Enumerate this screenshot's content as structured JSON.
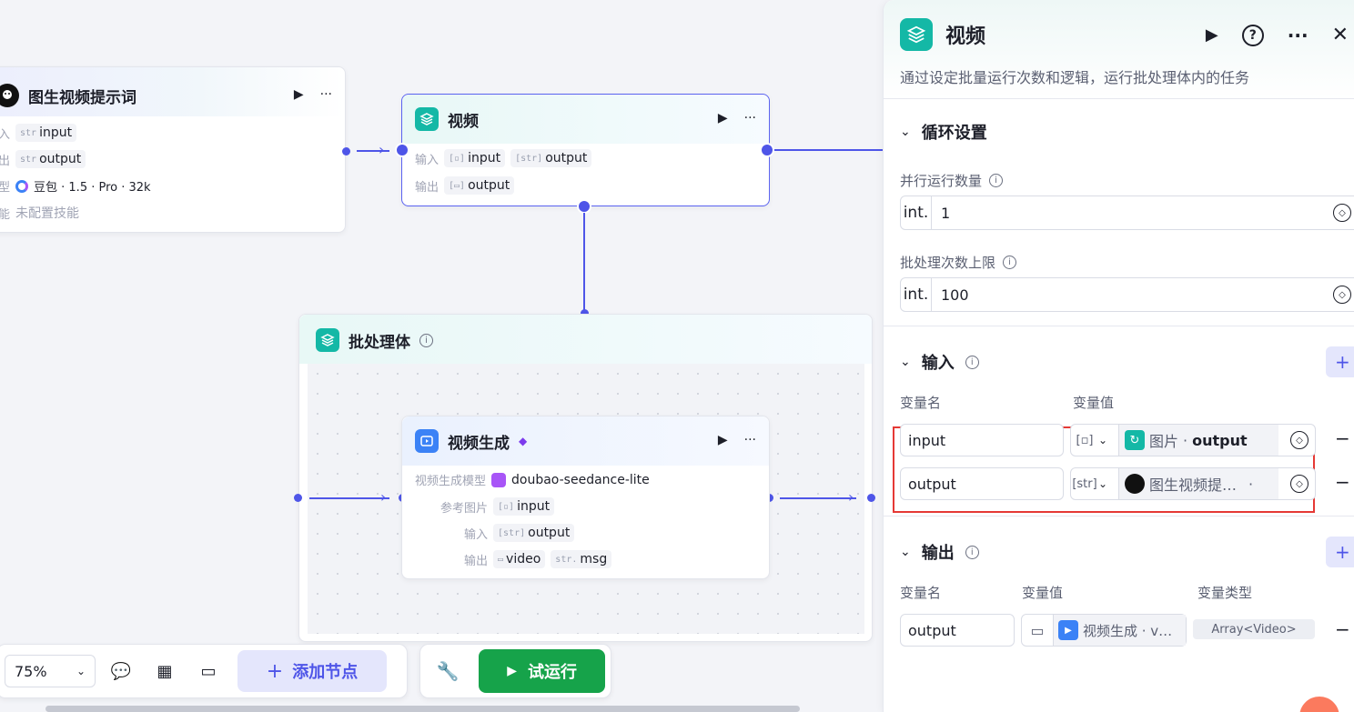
{
  "canvas": {
    "node_prompt": {
      "title": "图生视频提示词",
      "rows": [
        {
          "key": "输入",
          "type": "str",
          "value": "input"
        },
        {
          "key": "输出",
          "type": "str",
          "value": "output"
        },
        {
          "key": "模型",
          "value": "豆包 · 1.5 · Pro · 32k"
        },
        {
          "key": "技能",
          "value": "未配置技能"
        }
      ]
    },
    "node_video": {
      "title": "视频",
      "input_key": "输入",
      "input_chips": [
        "input",
        "output"
      ],
      "output_key": "输出",
      "output_chip": "output"
    },
    "batch": {
      "title": "批处理体"
    },
    "node_gen": {
      "title": "视频生成",
      "model_key": "视频生成模型",
      "model_value": "doubao-seedance-lite",
      "ref_key": "参考图片",
      "ref_value": "input",
      "input_key": "输入",
      "input_value": "output",
      "output_key": "输出",
      "output_values": [
        "video",
        "msg"
      ]
    }
  },
  "toolbar": {
    "zoom": "75%",
    "add_node": "添加节点",
    "test_run": "试运行"
  },
  "panel": {
    "title": "视频",
    "description": "通过设定批量运行次数和逻辑，运行批处理体内的任务",
    "loop_section": "循环设置",
    "parallel_label": "并行运行数量",
    "parallel_type": "int.",
    "parallel_value": "1",
    "limit_label": "批处理次数上限",
    "limit_type": "int.",
    "limit_value": "100",
    "input_section": "输入",
    "col_name": "变量名",
    "col_value": "变量值",
    "col_type": "变量类型",
    "inputs": [
      {
        "name": "input",
        "source_node": "图片",
        "source_var": "output"
      },
      {
        "name": "output",
        "source_node": "图生视频提…",
        "source_var": ""
      }
    ],
    "output_section": "输出",
    "outputs": [
      {
        "name": "output",
        "source": "视频生成 · v…",
        "type": "Array<Video>"
      }
    ]
  },
  "colors": {
    "accent": "#4e55e8",
    "run_green": "#16a34a",
    "highlight_red": "#e53935",
    "teal": "#14b8a6"
  }
}
